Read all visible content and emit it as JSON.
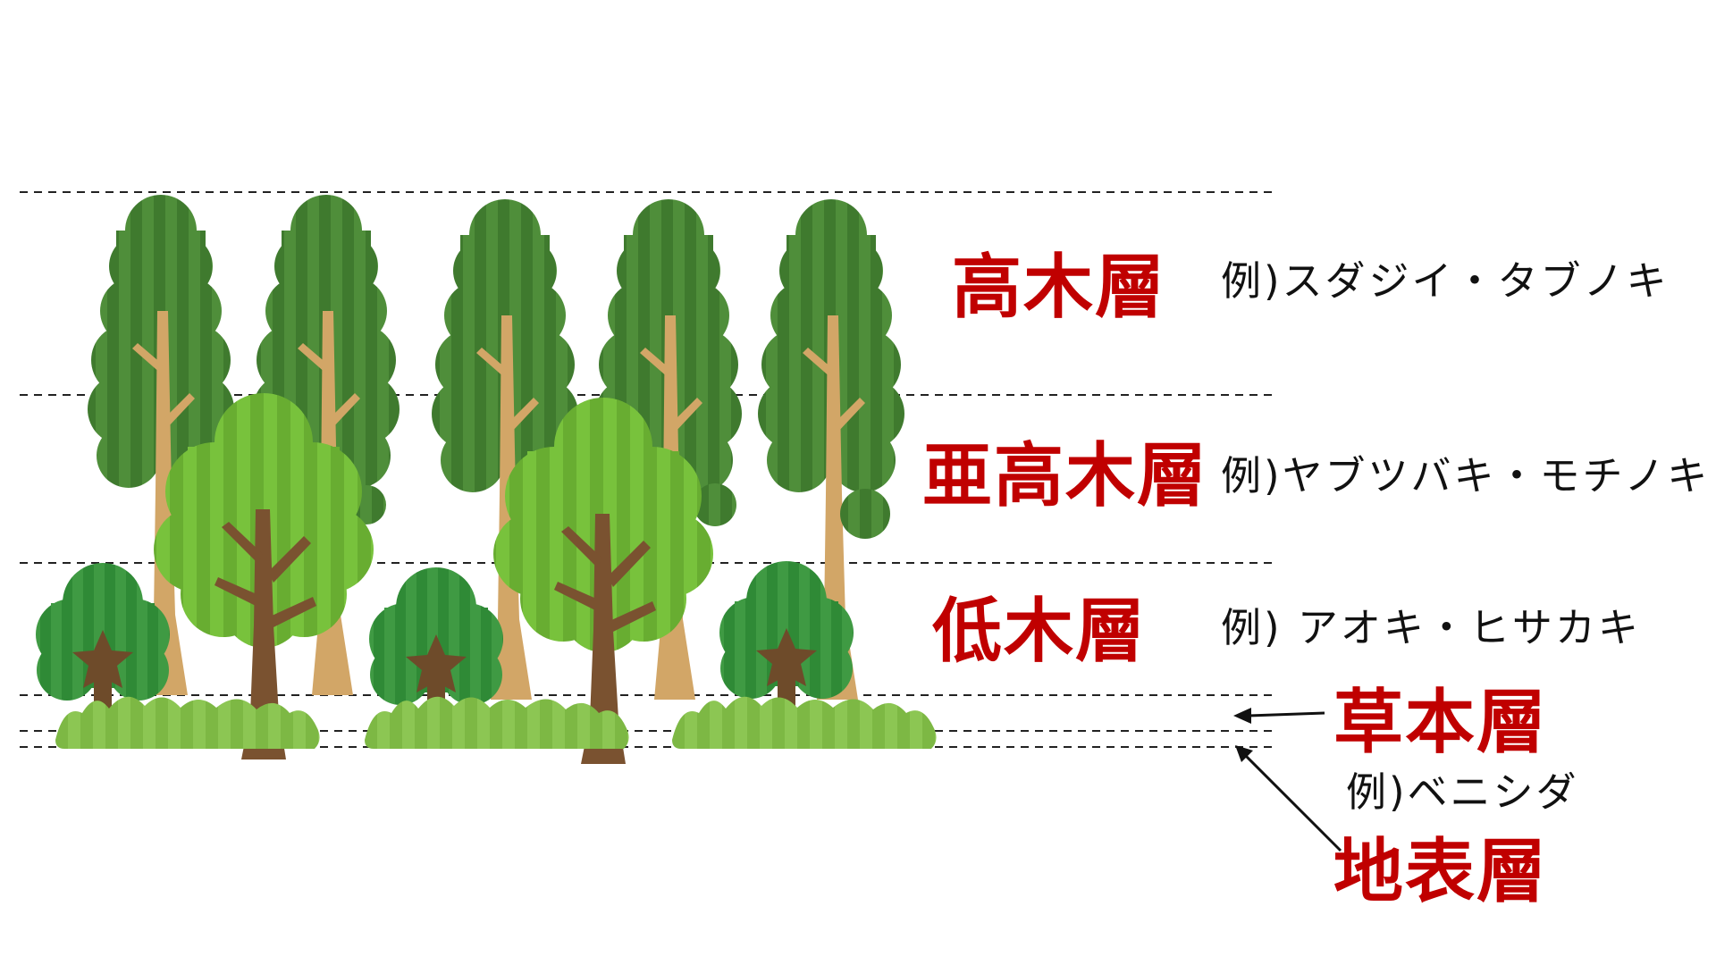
{
  "diagram": {
    "colors": {
      "layer_label": "#c00000",
      "example_text": "#111111",
      "dashed_line": "#222222",
      "tall_tree_foliage": "#4f8e3a",
      "tall_tree_foliage_stripe": "#3f7a2e",
      "tall_tree_trunk": "#d2a667",
      "sub_tree_foliage": "#78c23c",
      "sub_tree_foliage_stripe": "#68ad31",
      "sub_tree_trunk": "#7a5230",
      "shrub_foliage": "#3f9a43",
      "shrub_foliage_stripe": "#2f8a36",
      "shrub_trunk": "#6e4b2a",
      "ground_grass": "#8cc653",
      "ground_grass_stripe": "#7db844"
    },
    "layers": [
      {
        "id": "canopy",
        "name": "高木層",
        "example": "例)スダジイ・タブノキ"
      },
      {
        "id": "subcanopy",
        "name": "亜高木層",
        "example": "例)ヤブツバキ・モチノキ"
      },
      {
        "id": "shrub",
        "name": "低木層",
        "example": "例) アオキ・ヒサカキ"
      },
      {
        "id": "herb",
        "name": "草本層",
        "example": "例)ベニシダ"
      },
      {
        "id": "ground",
        "name": "地表層",
        "example": ""
      }
    ]
  }
}
